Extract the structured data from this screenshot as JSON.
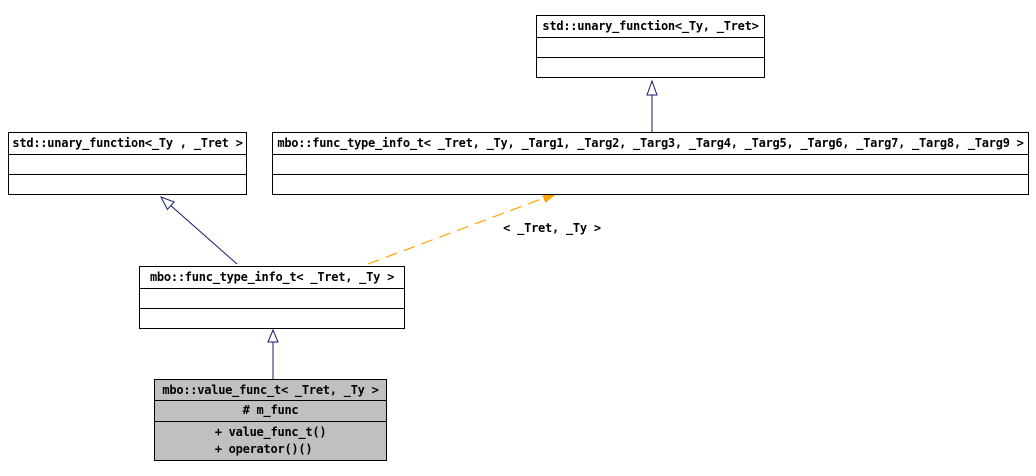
{
  "diagram": {
    "type": "uml-class-inheritance",
    "colors": {
      "node_fill": "#ffffff",
      "focus_fill": "#c0c0c0",
      "inherit_line": "#191970",
      "template_line": "#ffa500",
      "border": "#000000",
      "background": "#ffffff"
    },
    "nodes": {
      "unary_top": {
        "label": "std::unary_function<_Ty, _Tret>"
      },
      "unary_left": {
        "label": "std::unary_function<_Ty , _Tret >"
      },
      "func_full": {
        "label": "mbo::func_type_info_t< _Tret, _Ty, _Targ1, _Targ2, _Targ3, _Targ4, _Targ5, _Targ6, _Targ7, _Targ8, _Targ9 >"
      },
      "func_short": {
        "label": "mbo::func_type_info_t< _Tret, _Ty >"
      },
      "value_func": {
        "label": "mbo::value_func_t< _Tret, _Ty >",
        "attributes": [
          "# m_func"
        ],
        "methods": [
          "+ value_func_t()",
          "+ operator()()"
        ]
      }
    },
    "edges": {
      "template_label": "< _Tret, _Ty >"
    }
  }
}
